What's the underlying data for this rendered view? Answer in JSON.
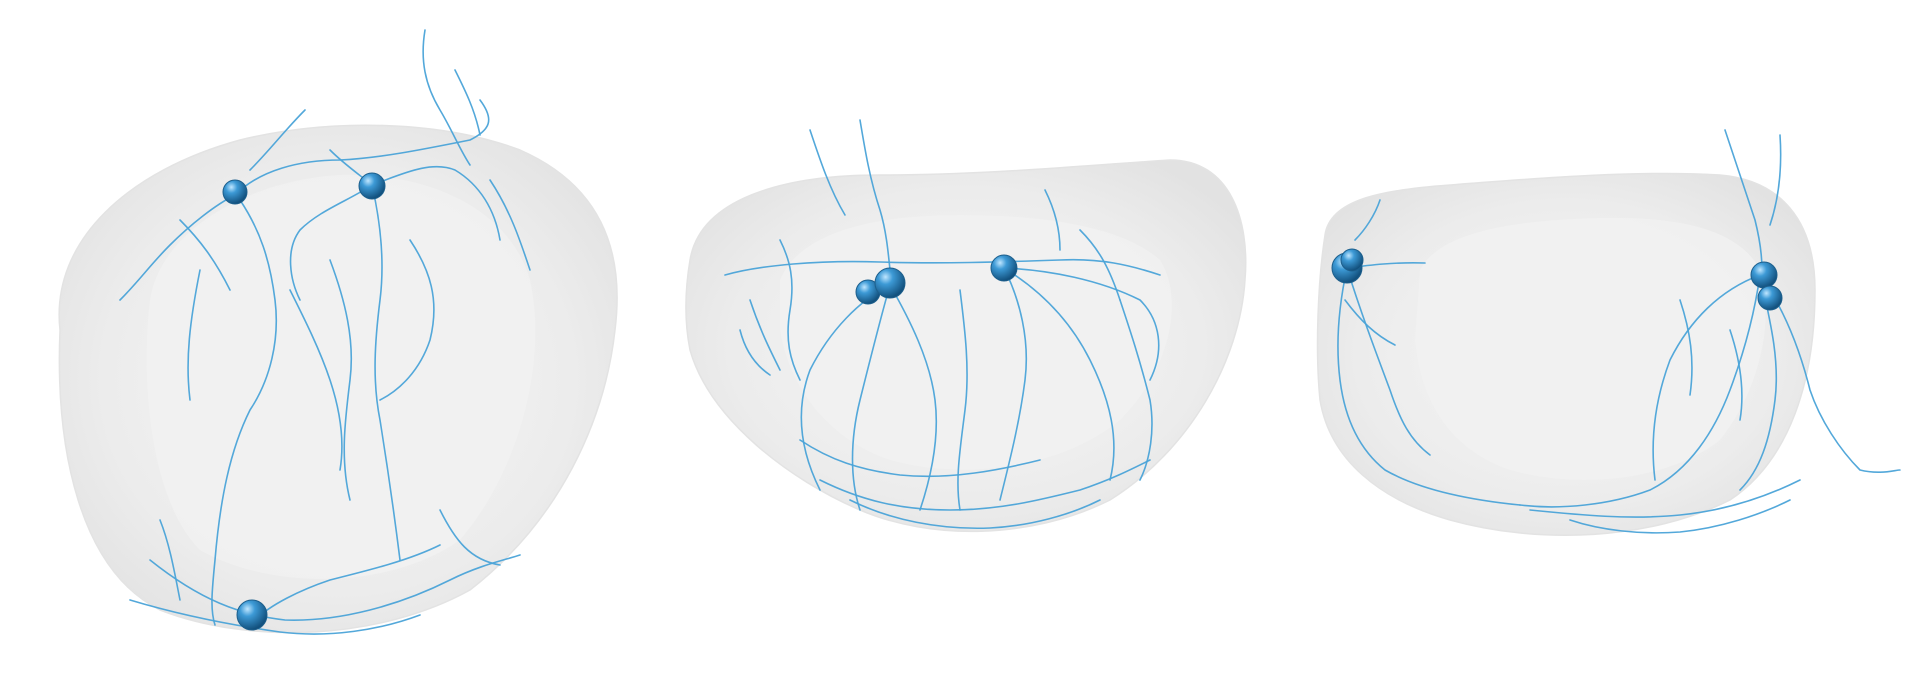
{
  "figure": {
    "background_color": "#ffffff",
    "panels": [
      {
        "view": "oblique",
        "soma_count": 3,
        "hull_color": "#e6e6e6",
        "neurite_color": "#4aa3d8",
        "soma_color": "#2b86c2"
      },
      {
        "view": "front",
        "soma_count": 3,
        "hull_color": "#e6e6e6",
        "neurite_color": "#4aa3d8",
        "soma_color": "#2b86c2"
      },
      {
        "view": "side",
        "soma_count": 4,
        "hull_color": "#e6e6e6",
        "neurite_color": "#4aa3d8",
        "soma_color": "#2b86c2"
      }
    ]
  }
}
